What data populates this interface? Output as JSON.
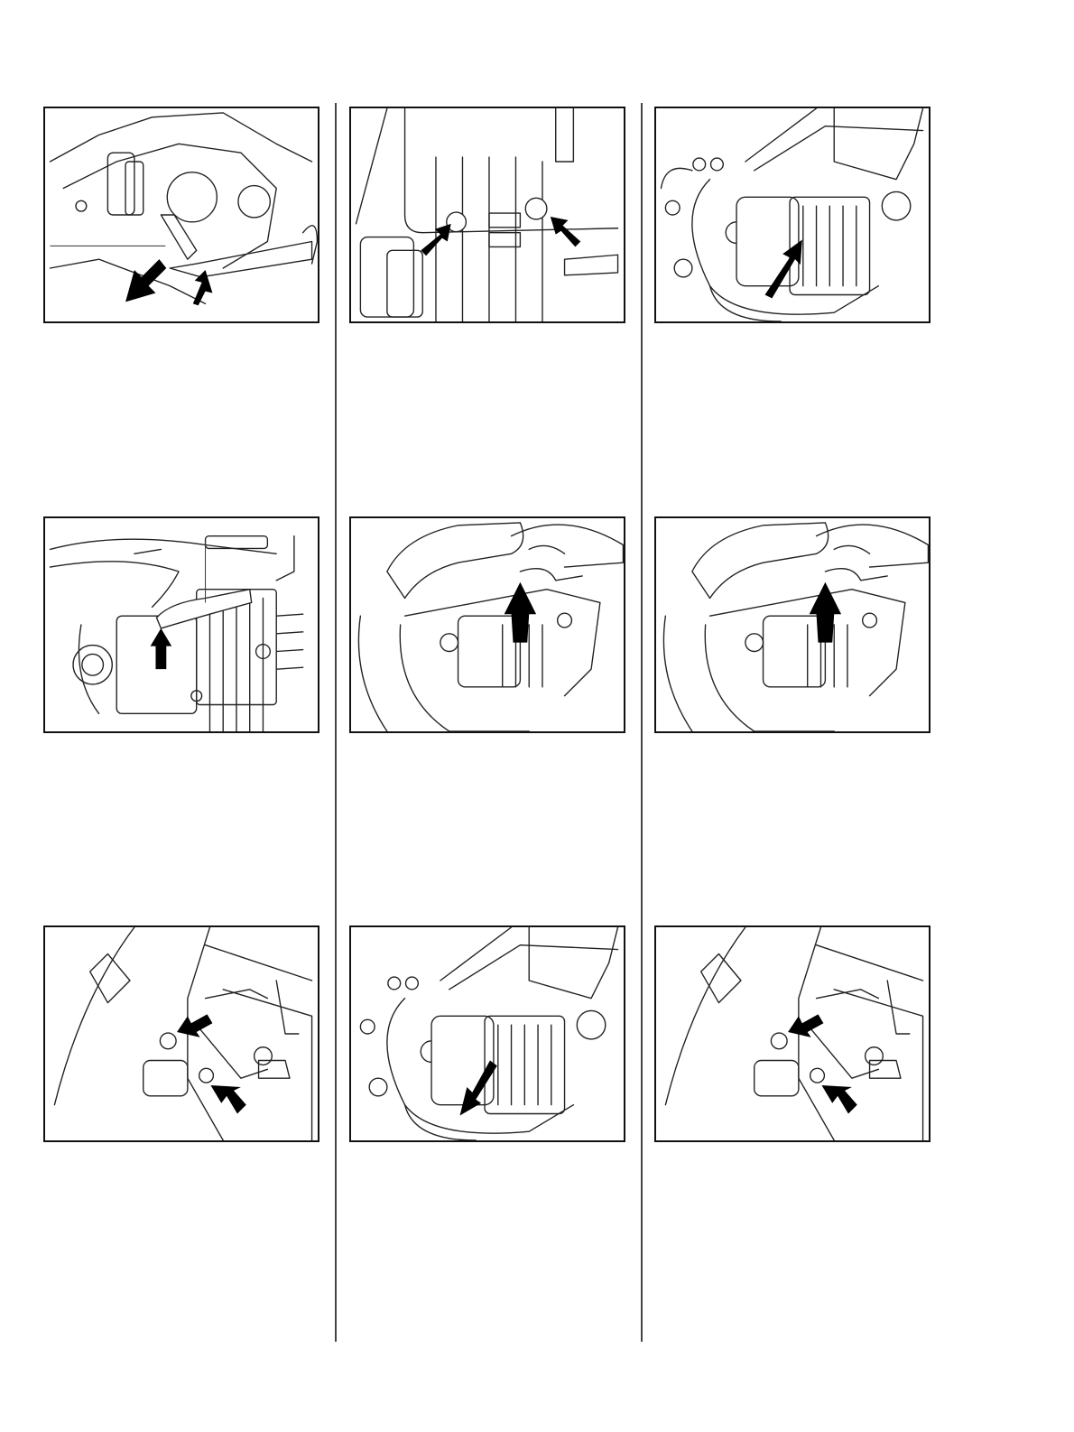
{
  "page": {
    "columns": 3,
    "rows": 3
  },
  "figures": [
    {
      "id": "fig-1",
      "subject": "decompression-valve-pry-lever",
      "arrows": [
        "down-left",
        "up-right"
      ]
    },
    {
      "id": "fig-2",
      "subject": "housing-two-torx-screws",
      "arrows": [
        "down-right-pointing",
        "down-left-pointing"
      ]
    },
    {
      "id": "fig-3",
      "subject": "cylinder-lift-out",
      "arrows": [
        "up-right"
      ]
    },
    {
      "id": "fig-4",
      "subject": "impulse-hose-cylinder",
      "arrows": [
        "up"
      ]
    },
    {
      "id": "fig-5",
      "subject": "handle-lift-cylinder",
      "arrows": [
        "up"
      ]
    },
    {
      "id": "fig-6",
      "subject": "handle-lift-cylinder-repeat",
      "arrows": [
        "up"
      ]
    },
    {
      "id": "fig-7",
      "subject": "crankcase-two-screws",
      "arrows": [
        "left",
        "left"
      ]
    },
    {
      "id": "fig-8",
      "subject": "cylinder-insert-down",
      "arrows": [
        "down-left"
      ]
    },
    {
      "id": "fig-9",
      "subject": "crankcase-two-screws-repeat",
      "arrows": [
        "left",
        "left"
      ]
    }
  ]
}
